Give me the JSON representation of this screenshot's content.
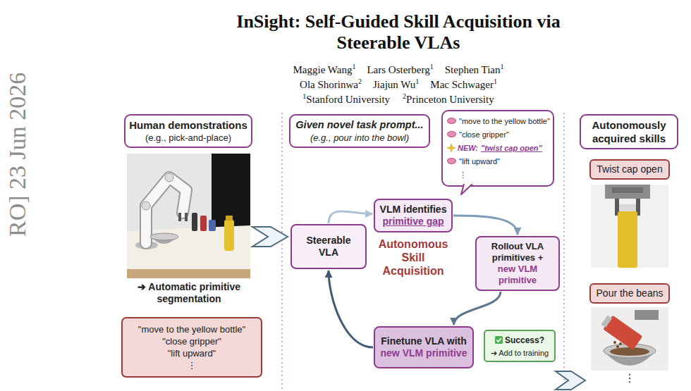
{
  "diagram": {
    "title": "InSight: Self-Guided Skill Acquisition via Steerable VLAs",
    "nodes": [
      {
        "text": [
          "Human demonstrations",
          "(e.g., pick-and-place)"
        ]
      },
      {
        "text": [
          "\"move to the yellow bottle\"",
          "\"close gripper\"",
          "\"lift upward\"",
          "⋮"
        ]
      },
      {
        "text": [
          "Given novel task prompt...",
          "(e.g., pour into the bowl)"
        ]
      },
      {
        "text": [
          "\"move to the yellow bottle\"",
          "\"close gripper\"",
          "NEW:",
          "\"twist cap open\"",
          "\"lift upward\"",
          "⋮"
        ]
      },
      {
        "text": [
          "VLM identifies",
          "primitive gap"
        ]
      },
      {
        "text": [
          "Steerable VLA"
        ]
      },
      {
        "text": [
          "Rollout VLA primitives +",
          "new VLM primitive"
        ]
      },
      {
        "text": [
          "Finetune VLA with",
          "new VLM primitive"
        ]
      },
      {
        "text": [
          "Success?",
          "➔ Add to training"
        ]
      },
      {
        "text": [
          "Autonomously acquired skills"
        ]
      },
      {
        "text": [
          "Twist cap open"
        ]
      },
      {
        "text": [
          "Pour the beans"
        ]
      }
    ],
    "edges": [
      {
        "from": 5,
        "to": 4,
        "arrow": "to"
      },
      {
        "from": 4,
        "to": 6,
        "arrow": "to"
      },
      {
        "from": 6,
        "to": 7,
        "arrow": "to"
      },
      {
        "from": 7,
        "to": 5,
        "arrow": "to"
      }
    ],
    "labels": [
      "Maggie Wang",
      "1",
      "Lars Osterberg",
      "1",
      "Stephen Tian",
      "1",
      "Ola Shorinwa",
      "2",
      "Jiajun Wu",
      "1",
      "Mac Schwager",
      "1",
      "1",
      "Stanford University",
      "2",
      "Princeton University",
      "RO] 23 Jun 2026",
      "➔ Automatic primitive segmentation",
      "Autonomous Skill Acquisition",
      "⋮"
    ]
  }
}
